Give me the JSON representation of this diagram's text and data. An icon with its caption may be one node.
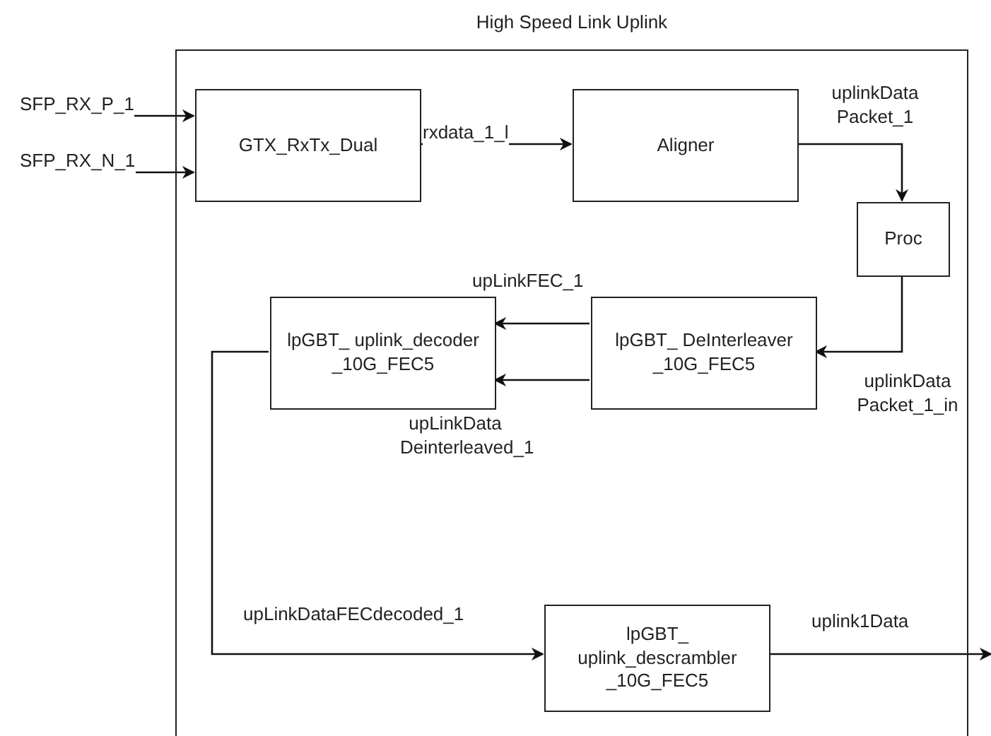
{
  "diagram": {
    "nodes": [
      {
        "text": [
          "High Speed Link Uplink"
        ]
      },
      {
        "text": [
          "GTX_RxTx_Dual"
        ],
        "in": 0
      },
      {
        "text": [
          "Aligner"
        ],
        "in": 0
      },
      {
        "text": [
          "Proc"
        ],
        "in": 0
      },
      {
        "text": [
          "lpGBT_ uplink_decoder _10G_FEC5"
        ],
        "in": 0
      },
      {
        "text": [
          "lpGBT_ DeInterleaver _10G_FEC5"
        ],
        "in": 0
      },
      {
        "text": [
          "lpGBT_ uplink_descrambler _10G_FEC5"
        ],
        "in": 0
      }
    ],
    "edges": [
      {
        "from": null,
        "to": 1,
        "arrow": "to",
        "label": "SFP_RX_P_1"
      },
      {
        "from": null,
        "to": 1,
        "arrow": "to",
        "label": "SFP_RX_N_1"
      },
      {
        "from": 1,
        "to": 2,
        "arrow": "to",
        "label": "rxdata_1_l"
      },
      {
        "from": 2,
        "to": 3,
        "arrow": "to",
        "label": "uplinkData Packet_1"
      },
      {
        "from": 3,
        "to": 5,
        "arrow": "to",
        "label": "uplinkData Packet_1_in"
      },
      {
        "from": 5,
        "to": 4,
        "arrow": "to",
        "label": "upLinkFEC_1"
      },
      {
        "from": 5,
        "to": 4,
        "arrow": "to",
        "label": "upLinkData Deinterleaved_1"
      },
      {
        "from": 4,
        "to": 6,
        "arrow": "to",
        "label": "upLinkDataFECdecoded_1"
      },
      {
        "from": 6,
        "to": null,
        "arrow": "to",
        "label": "uplink1Data"
      }
    ]
  }
}
